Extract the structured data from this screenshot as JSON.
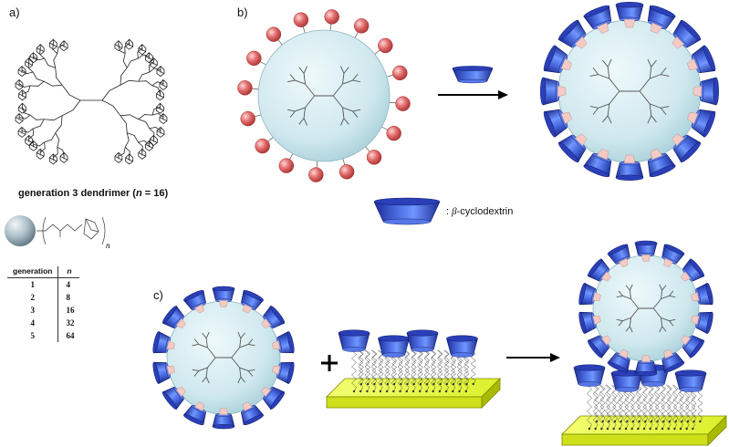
{
  "panels": {
    "a": "a)",
    "b": "b)",
    "c": "c)"
  },
  "dendrimer_caption": {
    "text": "generation 3 dendrimer (",
    "n": "n",
    "rest": " = 16)"
  },
  "repeat_subscript": "n",
  "legend": {
    "prefix": ": ",
    "beta": "β",
    "text": "-cyclodextrin"
  },
  "plus": "+",
  "table": {
    "headers": [
      "generation",
      "n"
    ],
    "rows": [
      [
        "1",
        "4"
      ],
      [
        "2",
        "8"
      ],
      [
        "3",
        "16"
      ],
      [
        "4",
        "32"
      ],
      [
        "5",
        "64"
      ]
    ]
  },
  "colors": {
    "sphere": "#cfe9ee",
    "ball": "#e06a6a",
    "cd_dark": "#2233a0",
    "cd_mid": "#3d5fd6",
    "cd_light": "#7aa8ff",
    "cd_pink": "#f0c8c0",
    "substrate": "#e8ff3a",
    "substrate_side": "#9fb800"
  }
}
